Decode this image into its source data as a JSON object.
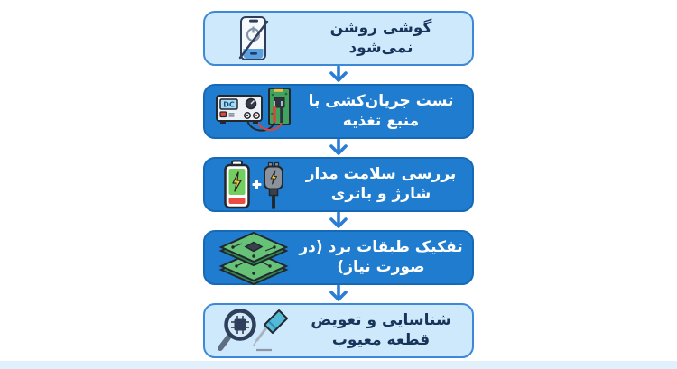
{
  "flow": {
    "steps": [
      {
        "label": "گوشی روشن نمی‌شود",
        "icon": "phone-power-off-icon",
        "variant": "light"
      },
      {
        "label": "تست جریان‌کشی با منبع تغذیه",
        "icon": "power-supply-test-icon",
        "variant": "dark"
      },
      {
        "label": "بررسی سلامت مدار شارژ و باتری",
        "icon": "battery-and-charger-icon",
        "variant": "dark"
      },
      {
        "label": "تفکیک طبقات برد (در صورت نیاز)",
        "icon": "pcb-layers-icon",
        "variant": "dark"
      },
      {
        "label": "شناسایی و تعویض قطعه معیوب",
        "icon": "magnifier-chip-soldering-iron-icon",
        "variant": "light"
      }
    ],
    "connector_icon": "down-arrow-icon",
    "colors": {
      "light_box_bg": "#cfe9fc",
      "light_box_border": "#3e88d8",
      "dark_box_bg": "#1f7cce",
      "dark_box_border": "#1569b8",
      "dark_text": "#17345a",
      "light_text": "#ffffff",
      "arrow": "#2b7cd3",
      "bottom_strip": "#e2f0fb"
    },
    "power_supply_display_text": "DC"
  }
}
